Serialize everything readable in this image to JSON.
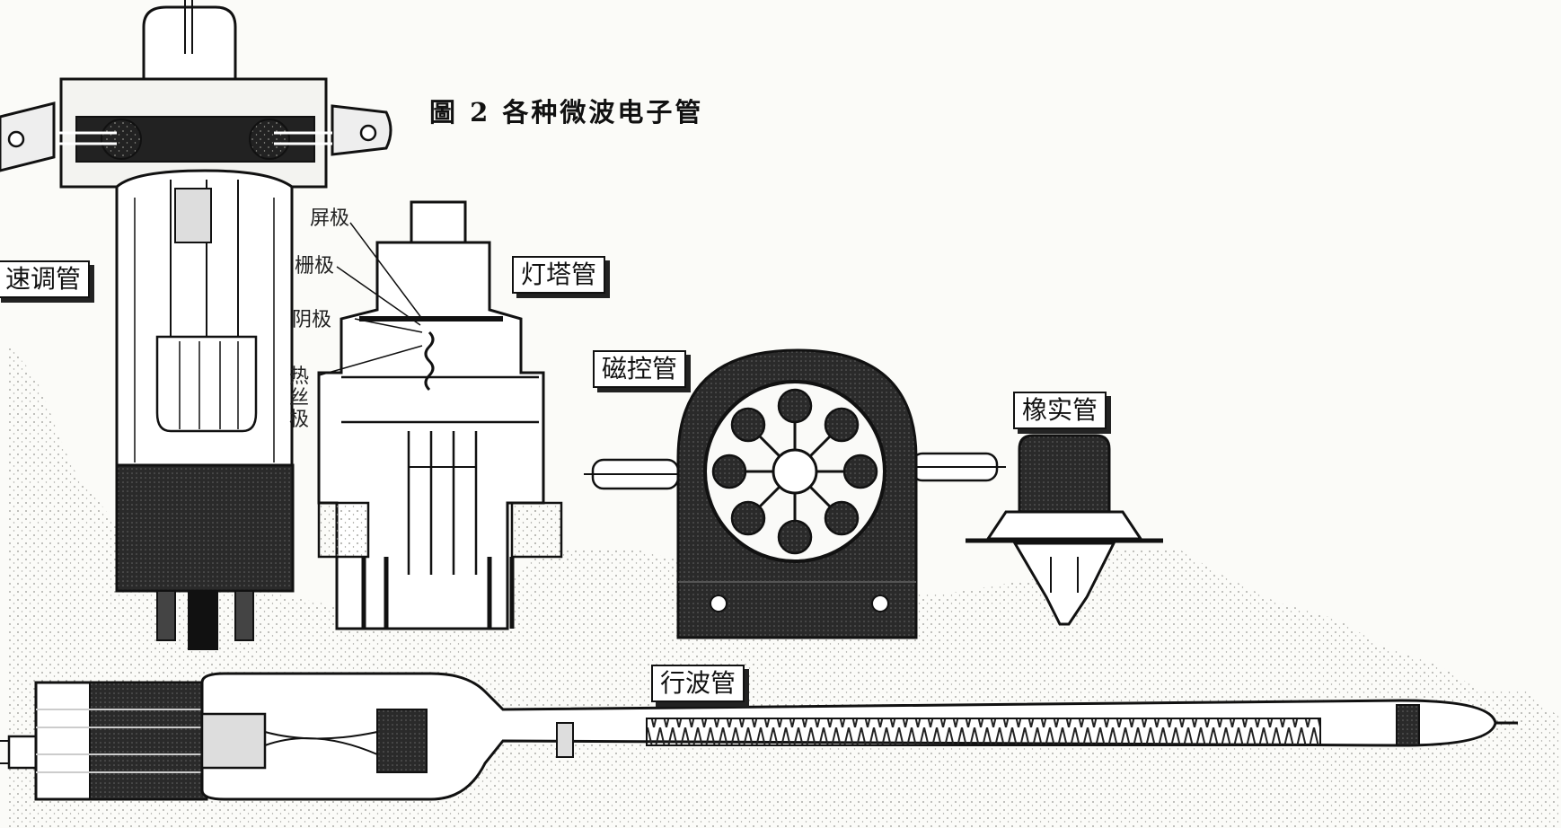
{
  "figure": {
    "caption": "圖 2  各种微波电子管"
  },
  "tube_labels": {
    "klystron": "速调管",
    "lighthouse": "灯塔管",
    "magnetron": "磁控管",
    "acorn": "橡实管",
    "twt": "行波管"
  },
  "electrode_labels": {
    "plate": "屏极",
    "grid": "栅极",
    "cathode": "阴极",
    "heater": "热丝极"
  },
  "colors": {
    "ink": "#111111",
    "paper": "#fbfbf8",
    "stipple": "#8a8a85"
  }
}
